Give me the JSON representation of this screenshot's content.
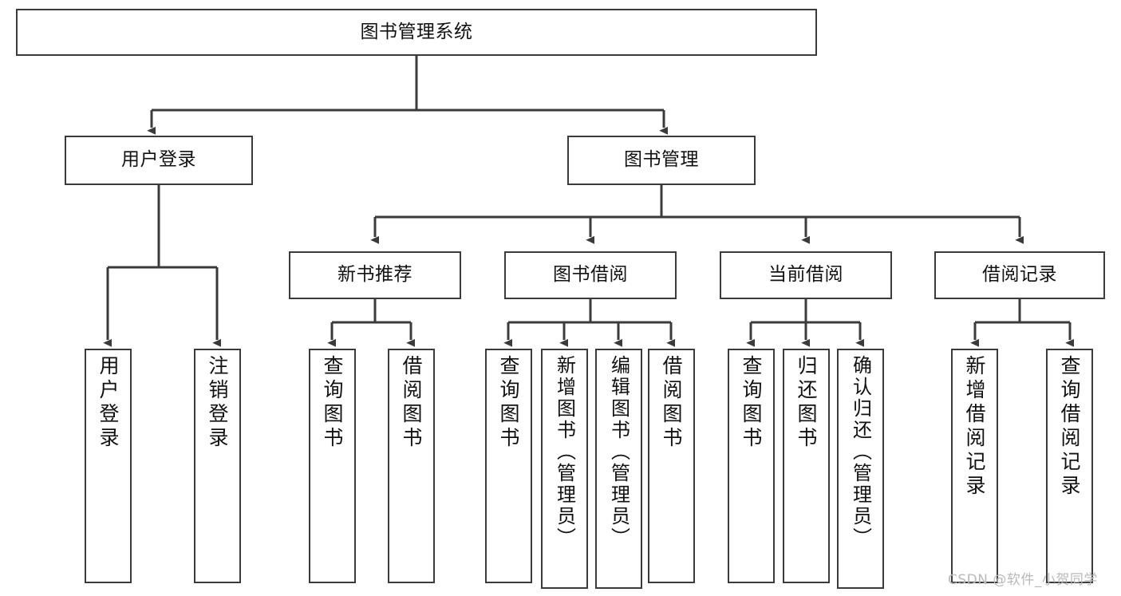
{
  "diagram": {
    "title": "图书管理系统",
    "type": "tree",
    "watermark": "CSDN @软件_小贺同学",
    "line_color": "#3b3b3b",
    "box_fill": "#ffffff",
    "text_color": "#111111"
  },
  "root": {
    "label": "图书管理系统"
  },
  "level1": [
    {
      "label": "用户登录"
    },
    {
      "label": "图书管理"
    }
  ],
  "level2": [
    {
      "label": "新书推荐"
    },
    {
      "label": "图书借阅"
    },
    {
      "label": "当前借阅"
    },
    {
      "label": "借阅记录"
    }
  ],
  "leaves": {
    "user_login": [
      {
        "label": "用户登录"
      },
      {
        "label": "注销登录"
      }
    ],
    "new_book_recommend": [
      {
        "label": "查询图书"
      },
      {
        "label": "借阅图书"
      }
    ],
    "book_borrow": [
      {
        "label": "查询图书"
      },
      {
        "label": "新增图书（管理员）"
      },
      {
        "label": "编辑图书（管理员）"
      },
      {
        "label": "借阅图书"
      }
    ],
    "current_borrow": [
      {
        "label": "查询图书"
      },
      {
        "label": "归还图书"
      },
      {
        "label": "确认归还（管理员）"
      }
    ],
    "borrow_record": [
      {
        "label": "新增借阅记录"
      },
      {
        "label": "查询借阅记录"
      }
    ]
  }
}
